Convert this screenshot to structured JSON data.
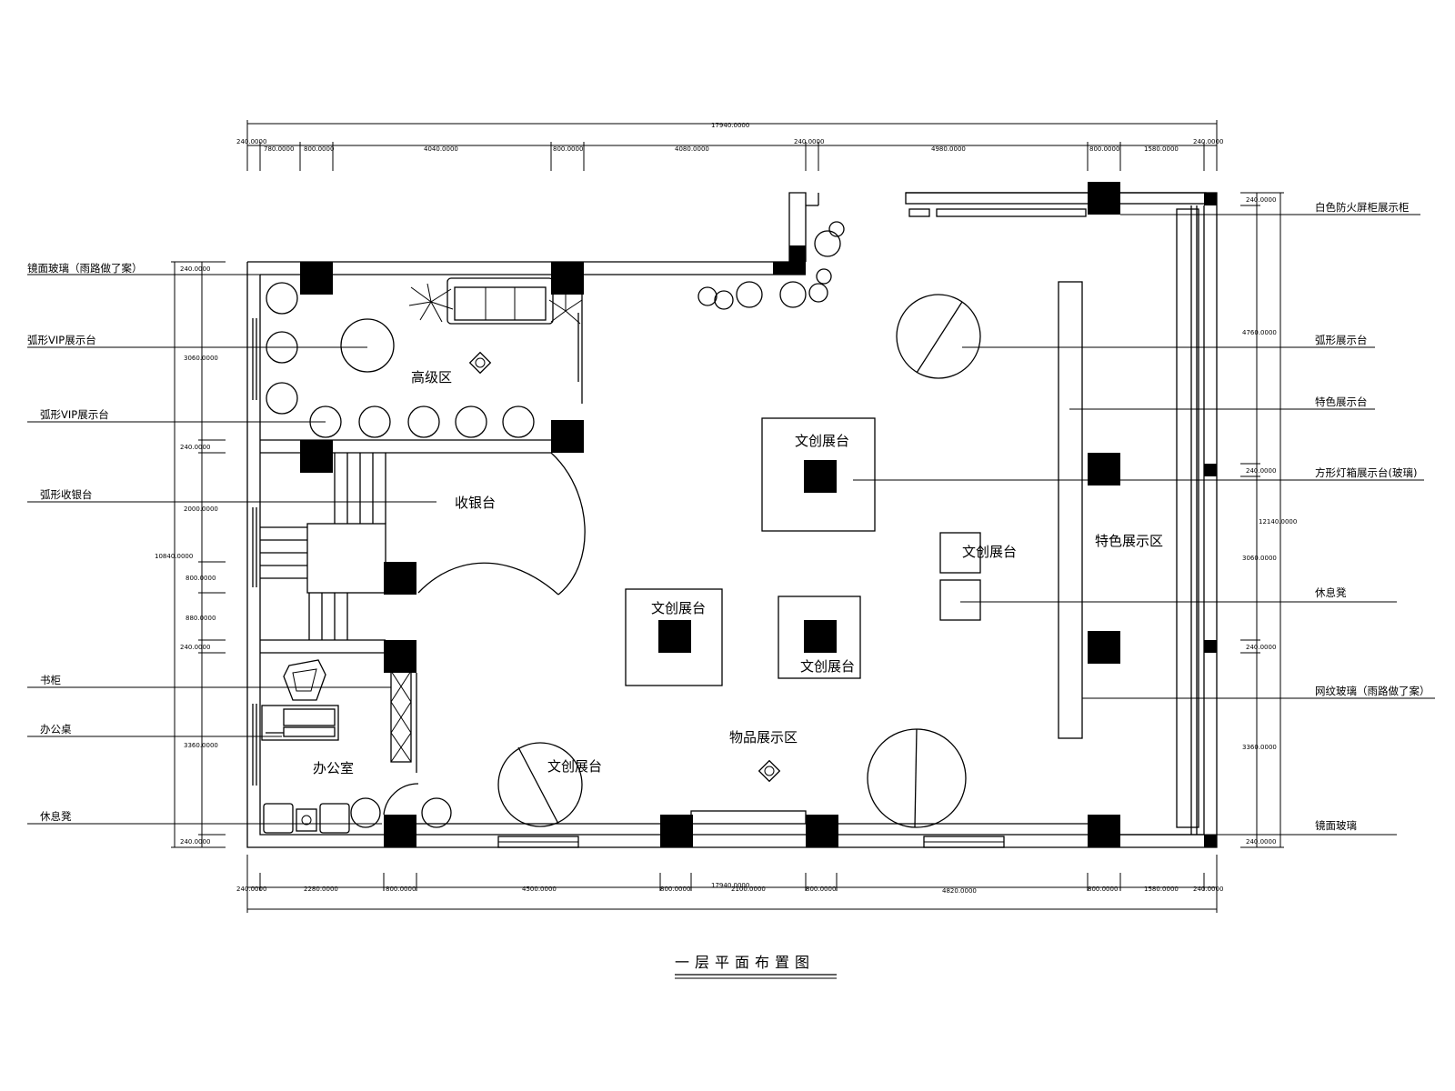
{
  "drawing_title": "一层平面布置图",
  "rooms": [
    {
      "id": "premium-area",
      "label": "高级区"
    },
    {
      "id": "cashier",
      "label": "收银台"
    },
    {
      "id": "office",
      "label": "办公室"
    },
    {
      "id": "feature-display-area",
      "label": "特色展示区"
    },
    {
      "id": "goods-display-area",
      "label": "物品展示区"
    },
    {
      "id": "cultural-stand-1",
      "label": "文创展台"
    },
    {
      "id": "cultural-stand-2",
      "label": "文创展台"
    },
    {
      "id": "cultural-stand-3",
      "label": "文创展台"
    },
    {
      "id": "cultural-stand-4",
      "label": "文创展台"
    },
    {
      "id": "cultural-stand-5",
      "label": "文创展台"
    }
  ],
  "callouts_left": [
    "镜面玻璃（雨路做了案）",
    "弧形VIP展示台",
    "弧形VIP展示台",
    "弧形收银台",
    "书柜",
    "办公桌",
    "休息凳"
  ],
  "callouts_right": [
    "白色防火屏柜展示柜",
    "弧形展示台",
    "特色展示台",
    "方形灯箱展示台(玻璃)",
    "休息凳",
    "网纹玻璃（雨路做了案）",
    "镜面玻璃"
  ],
  "dims_top_total": "17940.0000",
  "dims_top": [
    "240.0000",
    "780.0000",
    "800.0000",
    "4040.0000",
    "800.0000",
    "4080.0000",
    "240.0000",
    "4980.0000",
    "800.0000",
    "1580.0000",
    "240.0000"
  ],
  "dims_bottom": [
    "240.0000",
    "2280.0000",
    "800.0000",
    "4500.0000",
    "800.0000",
    "2100.0000",
    "800.0000",
    "4820.0000",
    "800.0000",
    "1580.0000",
    "240.0000"
  ],
  "dims_bottom_total": "17940.0000",
  "dims_left": [
    "240.0000",
    "3060.0000",
    "240.0000",
    "2000.0000",
    "10840.0000",
    "800.0000",
    "880.0000",
    "240.0000",
    "3360.0000",
    "240.0000"
  ],
  "dims_right": [
    "240.0000",
    "4760.0000",
    "240.0000",
    "12140.0000",
    "3060.0000",
    "240.0000",
    "3360.0000",
    "240.0000"
  ]
}
